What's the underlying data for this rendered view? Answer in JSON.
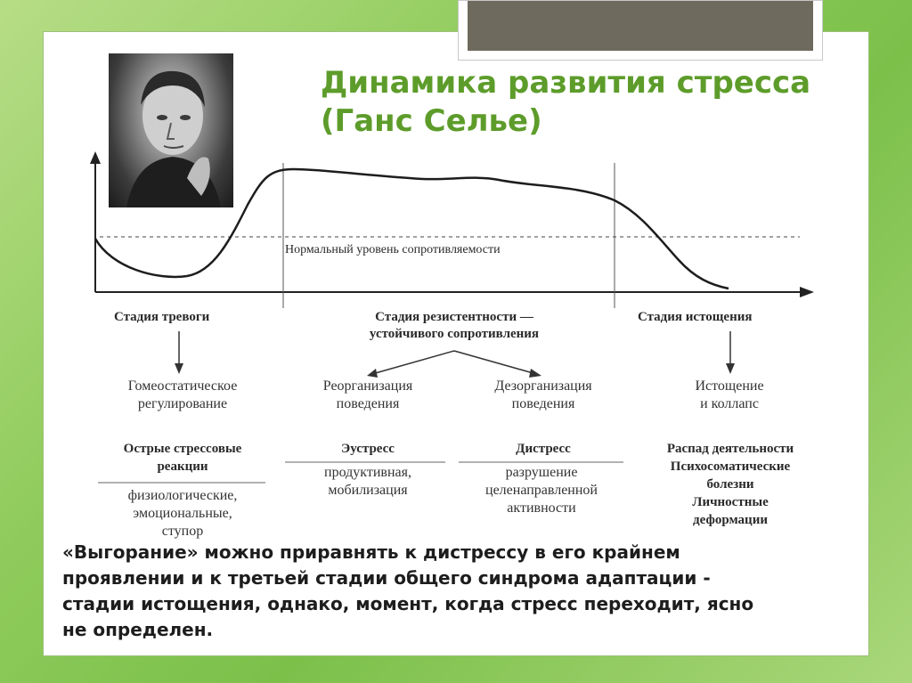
{
  "title": {
    "line1": "Динамика развития стресса",
    "line2": "(Ганс Селье)"
  },
  "portrait": {
    "icon": "portrait-photo"
  },
  "diagram": {
    "normal_level_label": "Нормальный уровень сопротивляемости",
    "stages": [
      {
        "name": "Стадия тревоги"
      },
      {
        "name_line1": "Стадия резистентности —",
        "name_line2": "устойчивого сопротивления"
      },
      {
        "name": "Стадия истощения"
      }
    ],
    "alarm": {
      "regulation_line1": "Гомеостатическое",
      "regulation_line2": "регулирование",
      "reactions_line1": "Острые стрессовые",
      "reactions_line2": "реакции",
      "types_line1": "физиологические,",
      "types_line2": "эмоциональные,",
      "types_line3": "ступор"
    },
    "resistance_reorg": {
      "line1": "Реорганизация",
      "line2": "поведения",
      "eustress": "Эустресс",
      "result_line1": "продуктивная,",
      "result_line2": "мобилизация"
    },
    "resistance_disorg": {
      "line1": "Дезорганизация",
      "line2": "поведения",
      "distress": "Дистресс",
      "result_line1": "разрушение",
      "result_line2": "целенаправленной",
      "result_line3": "активности"
    },
    "exhaustion": {
      "line1": "Истощение",
      "line2": "и коллапс",
      "result_line1": "Распад деятельности",
      "result_line2": "Психосоматические",
      "result_line3": "болезни",
      "result_line4": "Личностные",
      "result_line5": "деформации"
    }
  },
  "burnout": {
    "line1": "«Выгорание» можно приравнять к дистрессу в его крайнем",
    "line2": "проявлении и к третьей стадии общего синдрома адаптации -",
    "line3": "стадии истощения, однако, момент, когда стресс переходит, ясно",
    "line4": "не определен."
  },
  "colors": {
    "title": "#5d9c2a",
    "background": "#8fcb5c",
    "tab": "#6e6a5d"
  }
}
